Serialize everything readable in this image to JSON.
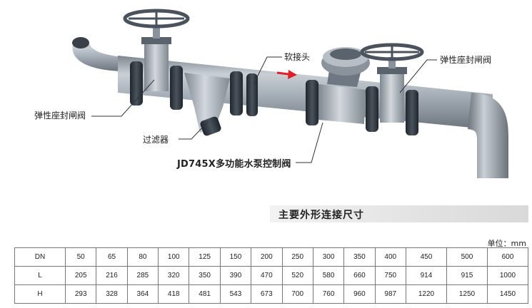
{
  "labels": {
    "gate_valve_left": "弹性座封闸阀",
    "gate_valve_right": "弹性座封闸阀",
    "soft_joint": "软接头",
    "filter": "过滤器",
    "control_valve": "JD745X多功能水泵控制阀"
  },
  "section_title": "主要外形连接尺寸",
  "unit": "单位：mm",
  "table": {
    "rows": [
      {
        "head": "DN",
        "cells": [
          "50",
          "65",
          "80",
          "100",
          "125",
          "150",
          "200",
          "250",
          "300",
          "350",
          "400",
          "450",
          "500",
          "600"
        ]
      },
      {
        "head": "L",
        "cells": [
          "205",
          "216",
          "285",
          "320",
          "350",
          "390",
          "470",
          "520",
          "580",
          "660",
          "750",
          "914",
          "915",
          "1000"
        ]
      },
      {
        "head": "H",
        "cells": [
          "293",
          "328",
          "364",
          "418",
          "481",
          "543",
          "673",
          "700",
          "760",
          "960",
          "987",
          "1220",
          "1250",
          "1450"
        ]
      }
    ]
  },
  "colors": {
    "pipe": "#9aa3ad",
    "flange": "#2f3640",
    "arrow": "#e0202a"
  }
}
